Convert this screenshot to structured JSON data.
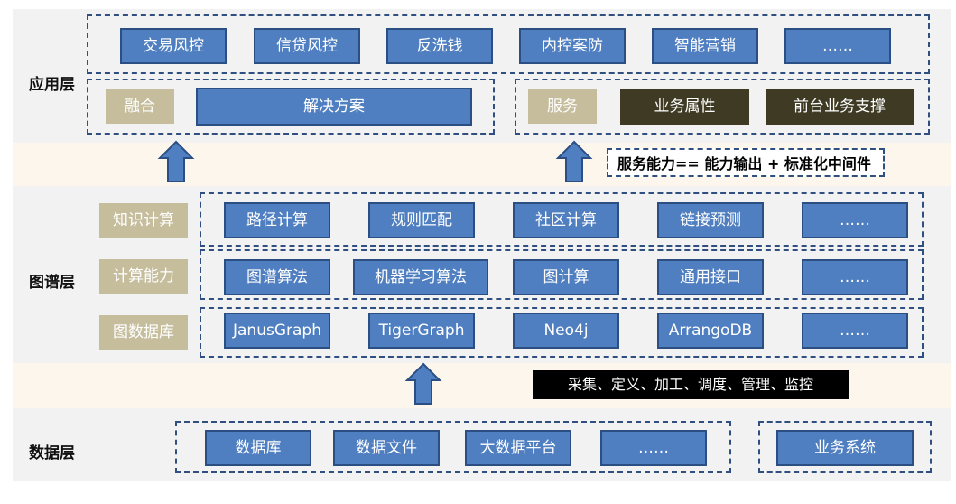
{
  "layers": {
    "application": "应用层",
    "graph": "图谱层",
    "data": "数据层"
  },
  "application": {
    "scenarios": [
      "交易风控",
      "信贷风控",
      "反洗钱",
      "内控案防",
      "智能营销",
      "……"
    ],
    "fusion_label": "融合",
    "solution_label": "解决方案",
    "service_label": "服务",
    "business_attr_label": "业务属性",
    "frontend_support_label": "前台业务支撑"
  },
  "service_caption": "服务能力== 能力输出 + 标准化中间件",
  "graph": {
    "knowledge": {
      "label": "知识计算",
      "items": [
        "路径计算",
        "规则匹配",
        "社区计算",
        "链接预测",
        "……"
      ]
    },
    "compute": {
      "label": "计算能力",
      "items": [
        "图谱算法",
        "机器学习算法",
        "图计算",
        "通用接口",
        "……"
      ]
    },
    "database": {
      "label": "图数据库",
      "items": [
        "JanusGraph",
        "TigerGraph",
        "Neo4j",
        "ArrangoDB",
        "……"
      ]
    }
  },
  "pipeline_caption": "采集、定义、加工、调度、管理、监控",
  "data": {
    "sources": [
      "数据库",
      "数据文件",
      "大数据平台",
      "……"
    ],
    "business_system": "业务系统"
  },
  "colors": {
    "blue": "#4f7fc0",
    "tan": "#c5bd9c",
    "dark": "#3f3a24",
    "band": "#f2f2f2",
    "light_band": "#fdf6ec"
  }
}
